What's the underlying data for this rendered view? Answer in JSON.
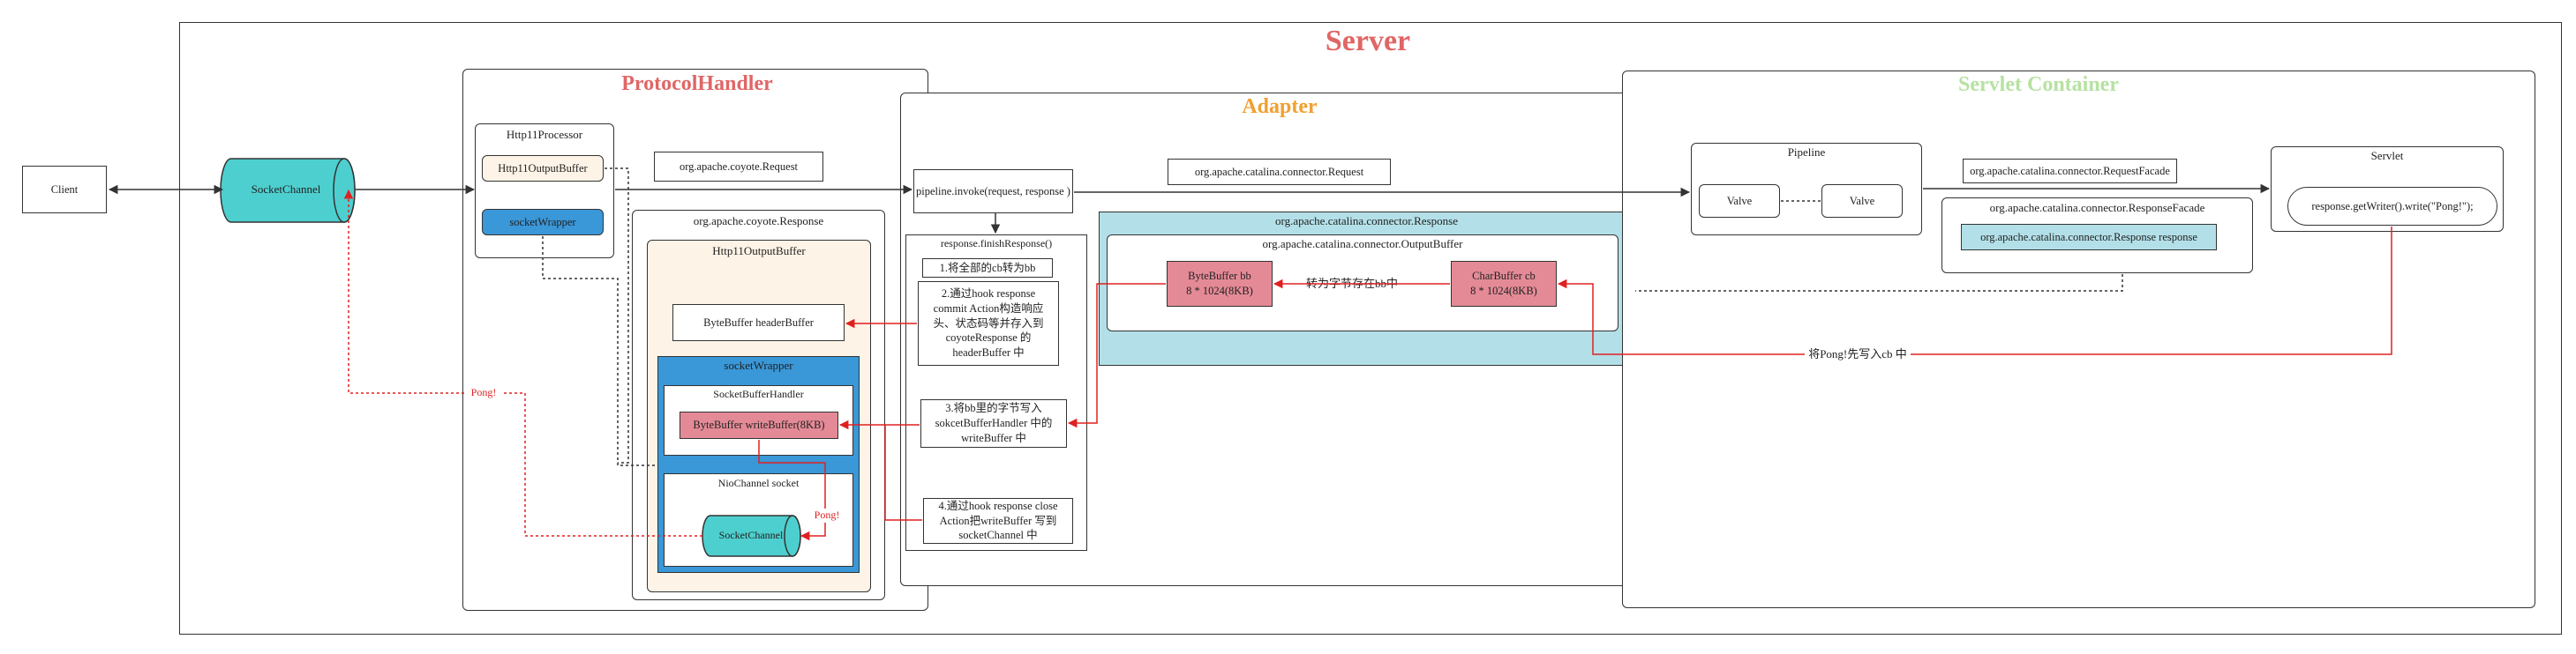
{
  "server": {
    "title": "Server"
  },
  "protocol_handler": {
    "title": "ProtocolHandler",
    "http11_processor": "Http11Processor",
    "http11_output_buffer": "Http11OutputBuffer",
    "socket_wrapper": "socketWrapper",
    "coyote_request": "org.apache.coyote.Request",
    "coyote_response": "org.apache.coyote.Response",
    "inner_output_buffer": "Http11OutputBuffer",
    "header_buffer": "ByteBuffer headerBuffer",
    "inner_socket_wrapper": "socketWrapper",
    "socket_buffer_handler": "SocketBufferHandler",
    "write_buffer": "ByteBuffer writeBuffer(8KB)",
    "nio_channel": "NioChannel socket",
    "socket_channel": "SocketChannel",
    "pong_label": "Pong!"
  },
  "client": {
    "label": "Client"
  },
  "socket_channel_outer": {
    "label": "SocketChannel"
  },
  "pong_left": "Pong!",
  "adapter": {
    "title": "Adapter",
    "pipeline_invoke": "pipeline.invoke(request, response )",
    "connector_request": "org.apache.catalina.connector.Request",
    "finish_response": "response.finishResponse()",
    "step1": "1.将全部的cb转为bb",
    "step2": "2.通过hook response commit Action构造响应头、状态码等并存入到coyoteResponse 的headerBuffer 中",
    "step3": "3.将bb里的字节写入sokcetBufferHandler 中的writeBuffer 中",
    "step4": "4.通过hook response close Action把writeBuffer 写到socketChannel 中",
    "connector_response": "org.apache.catalina.connector.Response",
    "output_buffer": "org.apache.catalina.connector.OutputBuffer",
    "byte_buffer_bb": "ByteBuffer bb\n8 * 1024(8KB)",
    "char_buffer_cb": "CharBuffer cb\n8 * 1024(8KB)",
    "convert_label": "转为字节存在bb中"
  },
  "servlet_container": {
    "title": "Servlet Container",
    "pipeline": "Pipeline",
    "valve1": "Valve",
    "valve2": "Valve",
    "request_facade": "org.apache.catalina.connector.RequestFacade",
    "response_facade": "org.apache.catalina.connector.ResponseFacade",
    "response_response": "org.apache.catalina.connector.Response response",
    "servlet": "Servlet",
    "servlet_call": "response.getWriter().write(\"Pong!\");",
    "write_cb_label": "将Pong!先写入cb 中"
  },
  "colors": {
    "title_red": "#e06666",
    "adapter_orange": "#f0a030",
    "servlet_green": "#b6e2a1",
    "cyan": "#4ecfcf",
    "blue": "#3a97d8",
    "pink": "#e48a96",
    "light_blue": "#b3e0e8",
    "cream": "#fdf3e6",
    "arrow_red": "#e02020"
  }
}
